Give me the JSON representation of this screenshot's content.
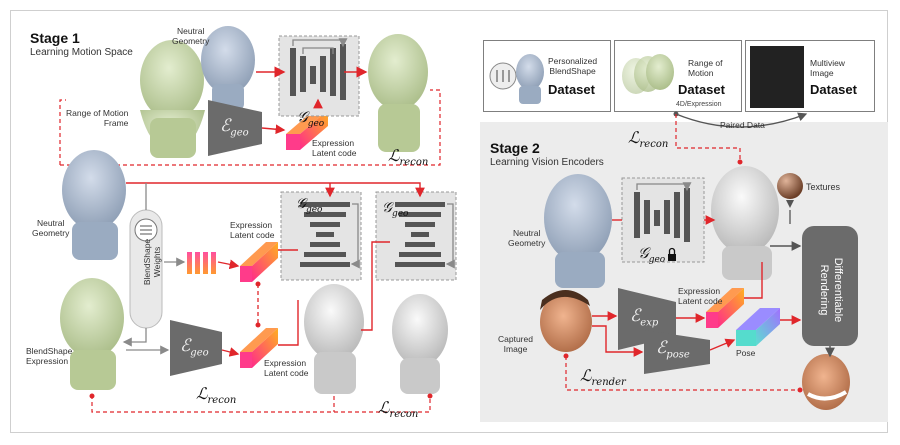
{
  "stage1": {
    "title": "Stage 1",
    "subtitle": "Learning Motion Space",
    "neutral_geometry_top": "Neutral\nGeometry",
    "range_of_motion_frame": "Range of Motion\nFrame",
    "expression_latent_code_1": "Expression\nLatent code",
    "recon_symbol": "ℒ",
    "recon_subscript": "recon",
    "geo_symbol": "𝒢",
    "geo_subscript": "geo",
    "enc_symbol": "ℰ",
    "enc_geo_subscript": "geo",
    "neutral_geometry_left": "Neutral\nGeometry",
    "blendshape_weights": "BlendShape\nWeights",
    "expression_latent_code_2": "Expression\nLatent code",
    "blendshape_expression": "BlendShape\nExpression",
    "expression_latent_code_3": "Expression\nLatent code"
  },
  "datasets": {
    "personalized": "Personalized\nBlendShape",
    "personalized_title": "Dataset",
    "range_of_motion": "Range of\nMotion",
    "range_of_motion_title": "Dataset",
    "range_of_motion_sub": "4D/Expression",
    "multiview": "Multiview\nImage",
    "multiview_title": "Dataset",
    "paired_data": "Paired Data"
  },
  "stage2": {
    "title": "Stage 2",
    "subtitle": "Learning Vision Encoders",
    "neutral_geometry": "Neutral\nGeometry",
    "textures": "Textures",
    "differentiable_rendering": "Differentiable\nRendering",
    "expression_latent_code": "Expression\nLatent code",
    "captured_image": "Captured\nImage",
    "pose": "Pose",
    "exp_subscript": "exp",
    "pose_subscript": "pose",
    "render_subscript": "render"
  },
  "colors": {
    "red_arrow": "#e0262b",
    "gray_arrow": "#8a8a8a",
    "encoder_fill": "#6b6b6b",
    "green_head": "#c7d8a8",
    "blue_head": "#a8b8cc",
    "white_head": "#dcdcdc",
    "latent_gradient_start": "#ff2b8a",
    "latent_gradient_end": "#ffb020",
    "pose_gradient_start": "#5be0d0",
    "pose_gradient_end": "#a070ff"
  }
}
